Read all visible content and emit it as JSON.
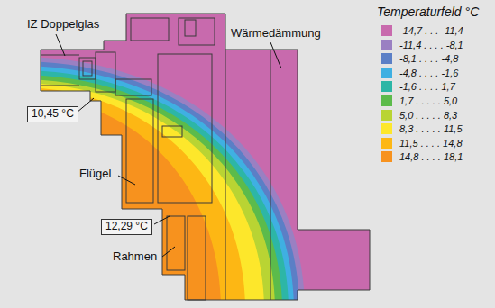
{
  "diagram": {
    "title": "Temperaturfeld °C",
    "nodes": [
      {
        "text": [
          "10,45 °C"
        ]
      },
      {
        "text": [
          "12,29 °C"
        ]
      }
    ],
    "labels": [
      "IZ Doppelglas",
      "Wärmedämmung",
      "Flügel",
      "Rahmen"
    ],
    "legend": [
      {
        "text": "-14,7 . . . -11,4",
        "color": "#c86aad"
      },
      {
        "text": "-11,4 . . . . -8,1",
        "color": "#9a80c2"
      },
      {
        "text": "-8,1 . . . . -4,8",
        "color": "#5b7fc6"
      },
      {
        "text": "-4,8 . . . . -1,6",
        "color": "#3fb0e2"
      },
      {
        "text": "-1,6 . . . . 1,7",
        "color": "#2db6a6"
      },
      {
        "text": "1,7 . . . . . 5,0",
        "color": "#5cbb4b"
      },
      {
        "text": "5,0 . . . . . 8,3",
        "color": "#b9d433"
      },
      {
        "text": "8,3 . . . . . 11,5",
        "color": "#fde72b"
      },
      {
        "text": "11,5 . . . . 14,8",
        "color": "#fdb714"
      },
      {
        "text": "14,8 . . . . 18,1",
        "color": "#f7921e"
      }
    ]
  }
}
